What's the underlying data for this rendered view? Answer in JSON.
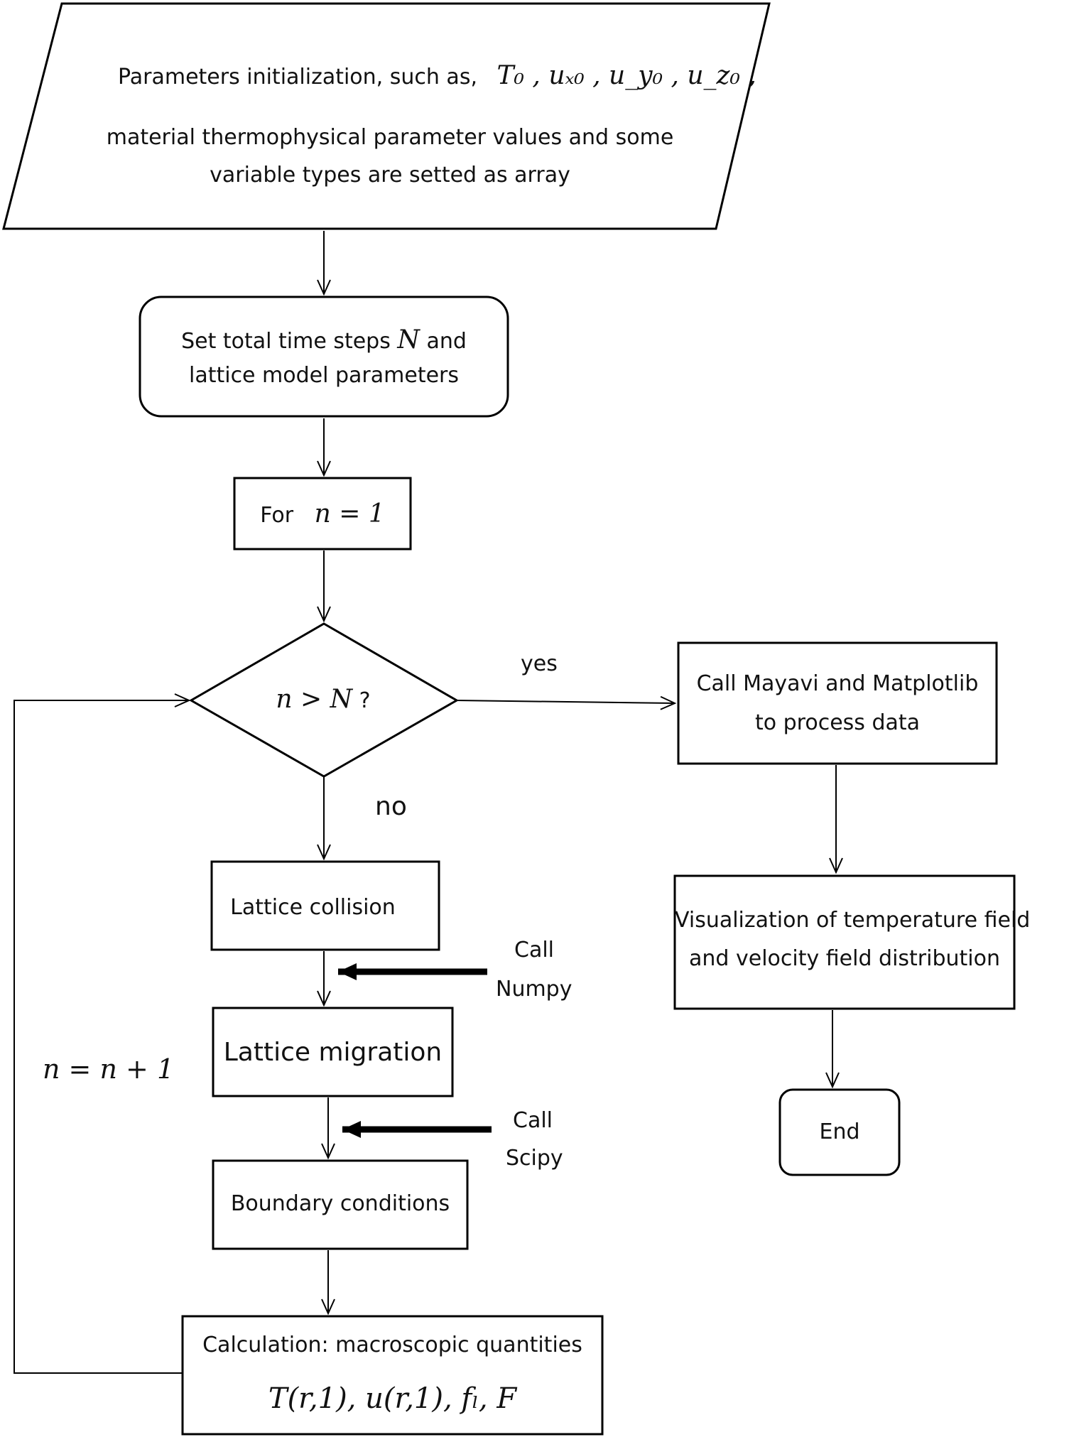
{
  "colors": {
    "stroke": "#000000",
    "text": "#111111",
    "background": "#ffffff"
  },
  "nodes": {
    "init": {
      "line1": "Parameters initialization, such as,",
      "vars": "T₀ , uₓ₀ , u_y₀ , u_z₀ ,",
      "line2": "material thermophysical parameter values and some",
      "line3": "variable types are setted as array"
    },
    "set_steps": {
      "prefix": "Set total time steps",
      "var": "N",
      "suffix": "and",
      "line2": "lattice model parameters"
    },
    "for_loop": {
      "label": "For",
      "expr": "n = 1"
    },
    "decision": {
      "expr": "n > N",
      "mark": "?"
    },
    "call_mayavi": {
      "line1": "Call Mayavi and Matplotlib",
      "line2": "to process data"
    },
    "visualization": {
      "line1": "Visualization of temperature field",
      "line2": "and velocity field distribution"
    },
    "end": {
      "label": "End"
    },
    "collision": {
      "label": "Lattice collision"
    },
    "migration": {
      "label": "Lattice migration"
    },
    "boundary": {
      "label": "Boundary conditions"
    },
    "calculation": {
      "line1": "Calculation: macroscopic quantities",
      "formula": "T(r,1), u(r,1), fₗ, F"
    }
  },
  "edges": {
    "yes": "yes",
    "no": "no",
    "increment": "n = n + 1",
    "call_numpy": {
      "line1": "Call",
      "line2": "Numpy"
    },
    "call_scipy": {
      "line1": "Call",
      "line2": "Scipy"
    }
  }
}
